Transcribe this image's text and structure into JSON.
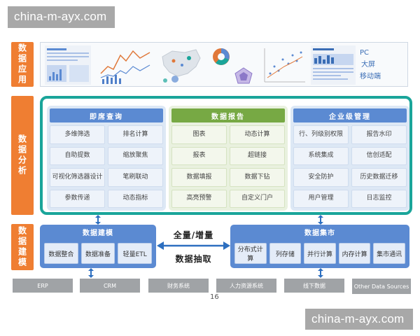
{
  "watermark": "china-m-ayx.com",
  "layers": {
    "application": "数据应用",
    "analysis": "数据分析",
    "modeling": "数据建模"
  },
  "application_targets": [
    "PC",
    "大屏",
    "移动端"
  ],
  "analysis_groups": [
    {
      "title": "即席查询",
      "items": [
        "多维筛选",
        "排名计算",
        "自助提数",
        "缩放聚焦",
        "可视化筛选器设计",
        "笔刷联动",
        "参数传递",
        "动态指标"
      ]
    },
    {
      "title": "数据报告",
      "items": [
        "图表",
        "动态计算",
        "报表",
        "超链接",
        "数据填报",
        "数据下钻",
        "高亮预警",
        "自定义门户"
      ]
    },
    {
      "title": "企业级管理",
      "items": [
        "行、列级别权限",
        "报告水印",
        "系统集成",
        "信创适配",
        "安全防护",
        "历史数据迁移",
        "用户管理",
        "日志监控"
      ]
    }
  ],
  "modeling": {
    "title": "数据建模",
    "items": [
      "数据整合",
      "数据准备",
      "轻量ETL"
    ]
  },
  "middle": {
    "top_label": "全量/增量",
    "bottom_label": "数据抽取"
  },
  "market": {
    "title": "数据集市",
    "items": [
      "分布式计算",
      "列存储",
      "并行计算",
      "内存计算",
      "集市通讯"
    ]
  },
  "sources": [
    "ERP",
    "CRM",
    "财务系统",
    "人力资源系统",
    "线下数据",
    "Other Data Sources"
  ],
  "page_number": "16",
  "colors": {
    "orange": "#ef7e32",
    "teal": "#1aa59a",
    "blue": "#5b8ad2",
    "green": "#77a944",
    "gray": "#a0a3a6"
  }
}
